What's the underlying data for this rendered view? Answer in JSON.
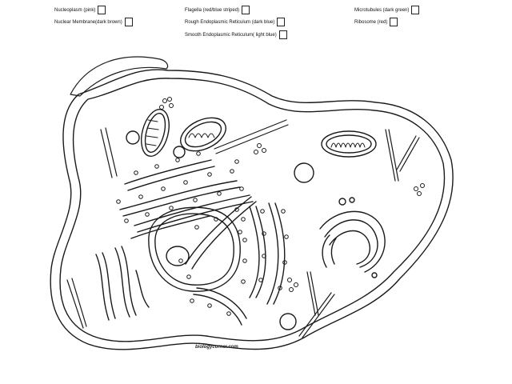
{
  "legend": {
    "col1": [
      {
        "label": "Nucleoplasm (pink)"
      },
      {
        "label": "Nuclear Membrane(dark brown)"
      }
    ],
    "col2": [
      {
        "label": "Flagella (red/blue striped)"
      },
      {
        "label": "Rough Endoplasmic Reticulum (dark blue)"
      },
      {
        "label": "Smooth Endoplasmic Reticulum( light blue)"
      }
    ],
    "col3": [
      {
        "label": "Microtubules (dark green)"
      },
      {
        "label": "Ribosome (red)"
      }
    ]
  },
  "credit": "biologycorner.com",
  "colors": {
    "ink": "#1a1a1a",
    "paper": "#ffffff"
  }
}
